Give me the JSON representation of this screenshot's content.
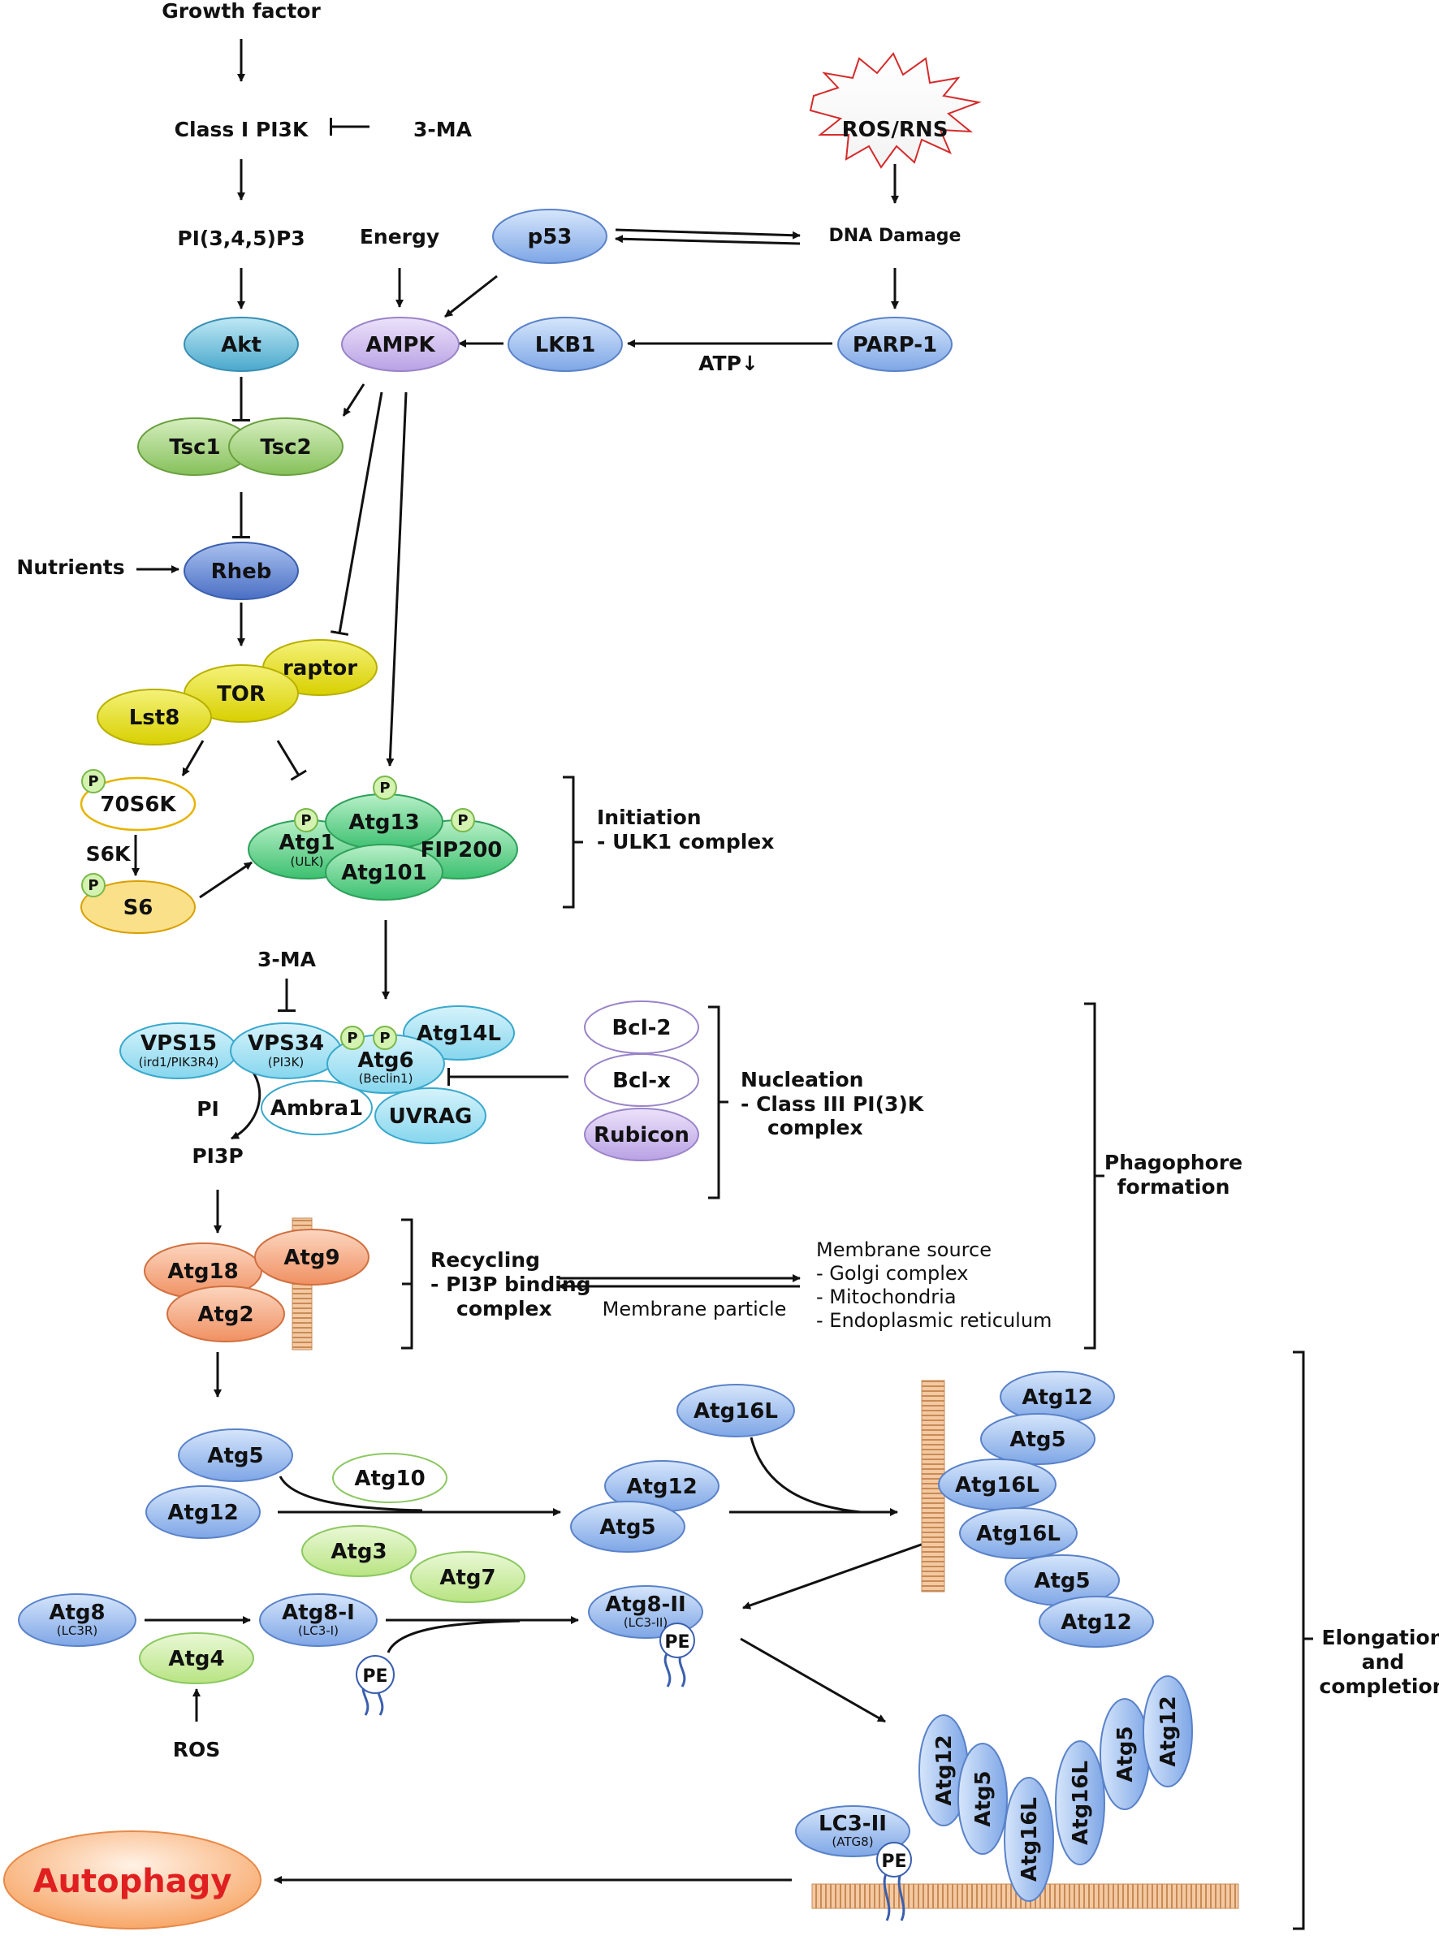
{
  "labels": {
    "growth_factor": "Growth factor",
    "class1_pi3k": "Class I PI3K",
    "three_ma_top": "3-MA",
    "pip3": "PI(3,4,5)P3",
    "energy": "Energy",
    "dna_damage": "DNA Damage",
    "atp": "ATP↓",
    "nutrients": "Nutrients",
    "s6k": "S6K",
    "three_ma_mid": "3-MA",
    "pi": "PI",
    "pi3p": "PI3P",
    "membrane_particle": "Membrane particle",
    "ros": "ROS",
    "ros_rns": "ROS/RNS",
    "autophagy": "Autophagy"
  },
  "nodes": {
    "akt": "Akt",
    "ampk": "AMPK",
    "p53": "p53",
    "lkb1": "LKB1",
    "parp1": "PARP-1",
    "tsc1": "Tsc1",
    "tsc2": "Tsc2",
    "rheb": "Rheb",
    "tor": "TOR",
    "raptor": "raptor",
    "lst8": "Lst8",
    "s70s6k": "70S6K",
    "s6": "S6",
    "p": "P",
    "atg1": "Atg1",
    "atg1_sub": "(ULK)",
    "atg13": "Atg13",
    "fip200": "FIP200",
    "atg101": "Atg101",
    "vps15": "VPS15",
    "vps15_sub": "(ird1/PIK3R4)",
    "vps34": "VPS34",
    "vps34_sub": "(PI3K)",
    "atg6": "Atg6",
    "atg6_sub": "(Beclin1)",
    "atg14l": "Atg14L",
    "ambra1": "Ambra1",
    "uvrag": "UVRAG",
    "bcl2": "Bcl-2",
    "bclx": "Bcl-x",
    "rubicon": "Rubicon",
    "atg18": "Atg18",
    "atg9": "Atg9",
    "atg2": "Atg2",
    "atg5": "Atg5",
    "atg12": "Atg12",
    "atg10": "Atg10",
    "atg3": "Atg3",
    "atg7": "Atg7",
    "atg16l": "Atg16L",
    "atg8": "Atg8",
    "atg8_sub": "(LC3R)",
    "atg8i": "Atg8-I",
    "atg8i_sub": "(LC3-I)",
    "atg8ii": "Atg8-II",
    "atg8ii_sub": "(LC3-II)",
    "atg4": "Atg4",
    "pe": "PE",
    "lc3ii": "LC3-II",
    "lc3ii_sub": "(ATG8)"
  },
  "stages": {
    "initiation_title": "Initiation",
    "initiation_item": "-   ULK1 complex",
    "nucleation_title": "Nucleation",
    "nucleation_item1": "-   Class III PI(3)K",
    "nucleation_item2": "complex",
    "recycling_title": "Recycling",
    "recycling_item1": "-   PI3P binding",
    "recycling_item2": "complex",
    "phagophore1": "Phagophore",
    "phagophore2": "formation",
    "elongation1": "Elongation",
    "elongation2": "and",
    "elongation3": "completion"
  },
  "membrane_source": {
    "title": "Membrane source",
    "items": [
      "-   Golgi complex",
      "-   Mitochondria",
      "-   Endoplasmic reticulum"
    ]
  },
  "colors": {
    "blue": "#7ea6e6",
    "cyan": "#58b8d8",
    "purple": "#c8b4ea",
    "green": "#8cc862",
    "darkblue": "#5577c8",
    "yellow": "#e8e000",
    "orange": "#f4a070",
    "lightcyan": "#8fdcf2",
    "atggreen": "#44c878",
    "lightgreen": "#bde88a",
    "red": "#e02020"
  }
}
